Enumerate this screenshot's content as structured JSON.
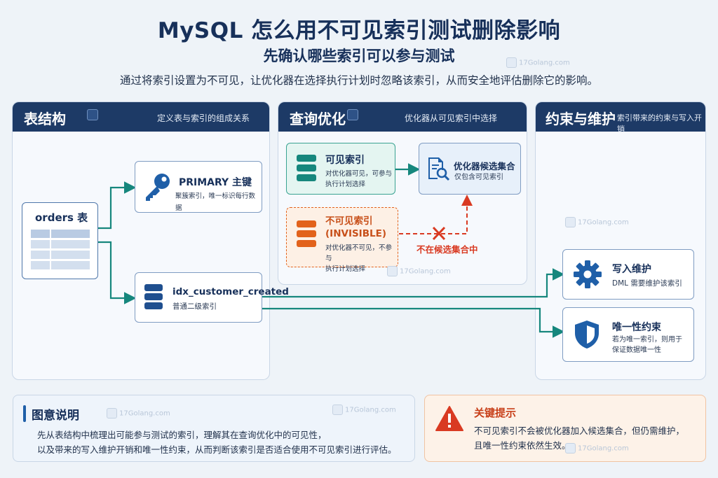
{
  "header": {
    "title": "MySQL 怎么用不可见索引测试删除影响",
    "subtitle": "先确认哪些索引可以参与测试",
    "description": "通过将索引设置为不可见，让优化器在选择执行计划时忽略该索引，从而安全地评估删除它的影响。"
  },
  "watermark": "17Golang.com",
  "panels": {
    "table": {
      "title": "表结构",
      "subtitle": "定义表与索引的组成关系"
    },
    "query": {
      "title": "查询优化",
      "subtitle": "优化器从可见索引中选择"
    },
    "constraint": {
      "title": "约束与维护",
      "subtitle": "索引带来的约束与写入开销"
    }
  },
  "table_panel": {
    "orders": "orders 表",
    "primary": {
      "title": "PRIMARY 主键",
      "text": "聚簇索引，唯一标识每行数据"
    },
    "idx": {
      "title": "idx_customer_created",
      "text": "普通二级索引"
    }
  },
  "query_panel": {
    "visible": {
      "title": "可见索引",
      "line1": "对优化器可见，可参与",
      "line2": "执行计划选择"
    },
    "invisible": {
      "title1": "不可见索引",
      "title2": "(INVISIBLE)",
      "line1": "对优化器不可见，不参与",
      "line2": "执行计划选择"
    },
    "candidate": {
      "title": "优化器候选集合",
      "text": "仅包含可见索引"
    },
    "not_in_set": "不在候选集合中"
  },
  "constraint_panel": {
    "write": {
      "title": "写入维护",
      "text": "DML 需要维护该索引"
    },
    "unique": {
      "title": "唯一性约束",
      "line1": "若为唯一索引，则用于",
      "line2": "保证数据唯一性"
    }
  },
  "legend": {
    "title": "图意说明",
    "line1": "先从表结构中梳理出可能参与测试的索引，理解其在查询优化中的可见性，",
    "line2": "以及带来的写入维护开销和唯一性约束，从而判断该索引是否适合使用不可见索引进行评估。"
  },
  "tip": {
    "title": "关键提示",
    "line1": "不可见索引不会被优化器加入候选集合，但仍需维护，",
    "line2": "且唯一性约束依然生效。"
  },
  "colors": {
    "navy": "#1d3a66",
    "teal": "#16877d",
    "orange": "#e2621b",
    "red": "#d93a22",
    "blue_icon": "#1f5fa8"
  },
  "icons": [
    "key-icon",
    "table-grid-icon",
    "database-stack-icon",
    "search-document-icon",
    "gear-icon",
    "shield-icon",
    "warning-icon"
  ]
}
